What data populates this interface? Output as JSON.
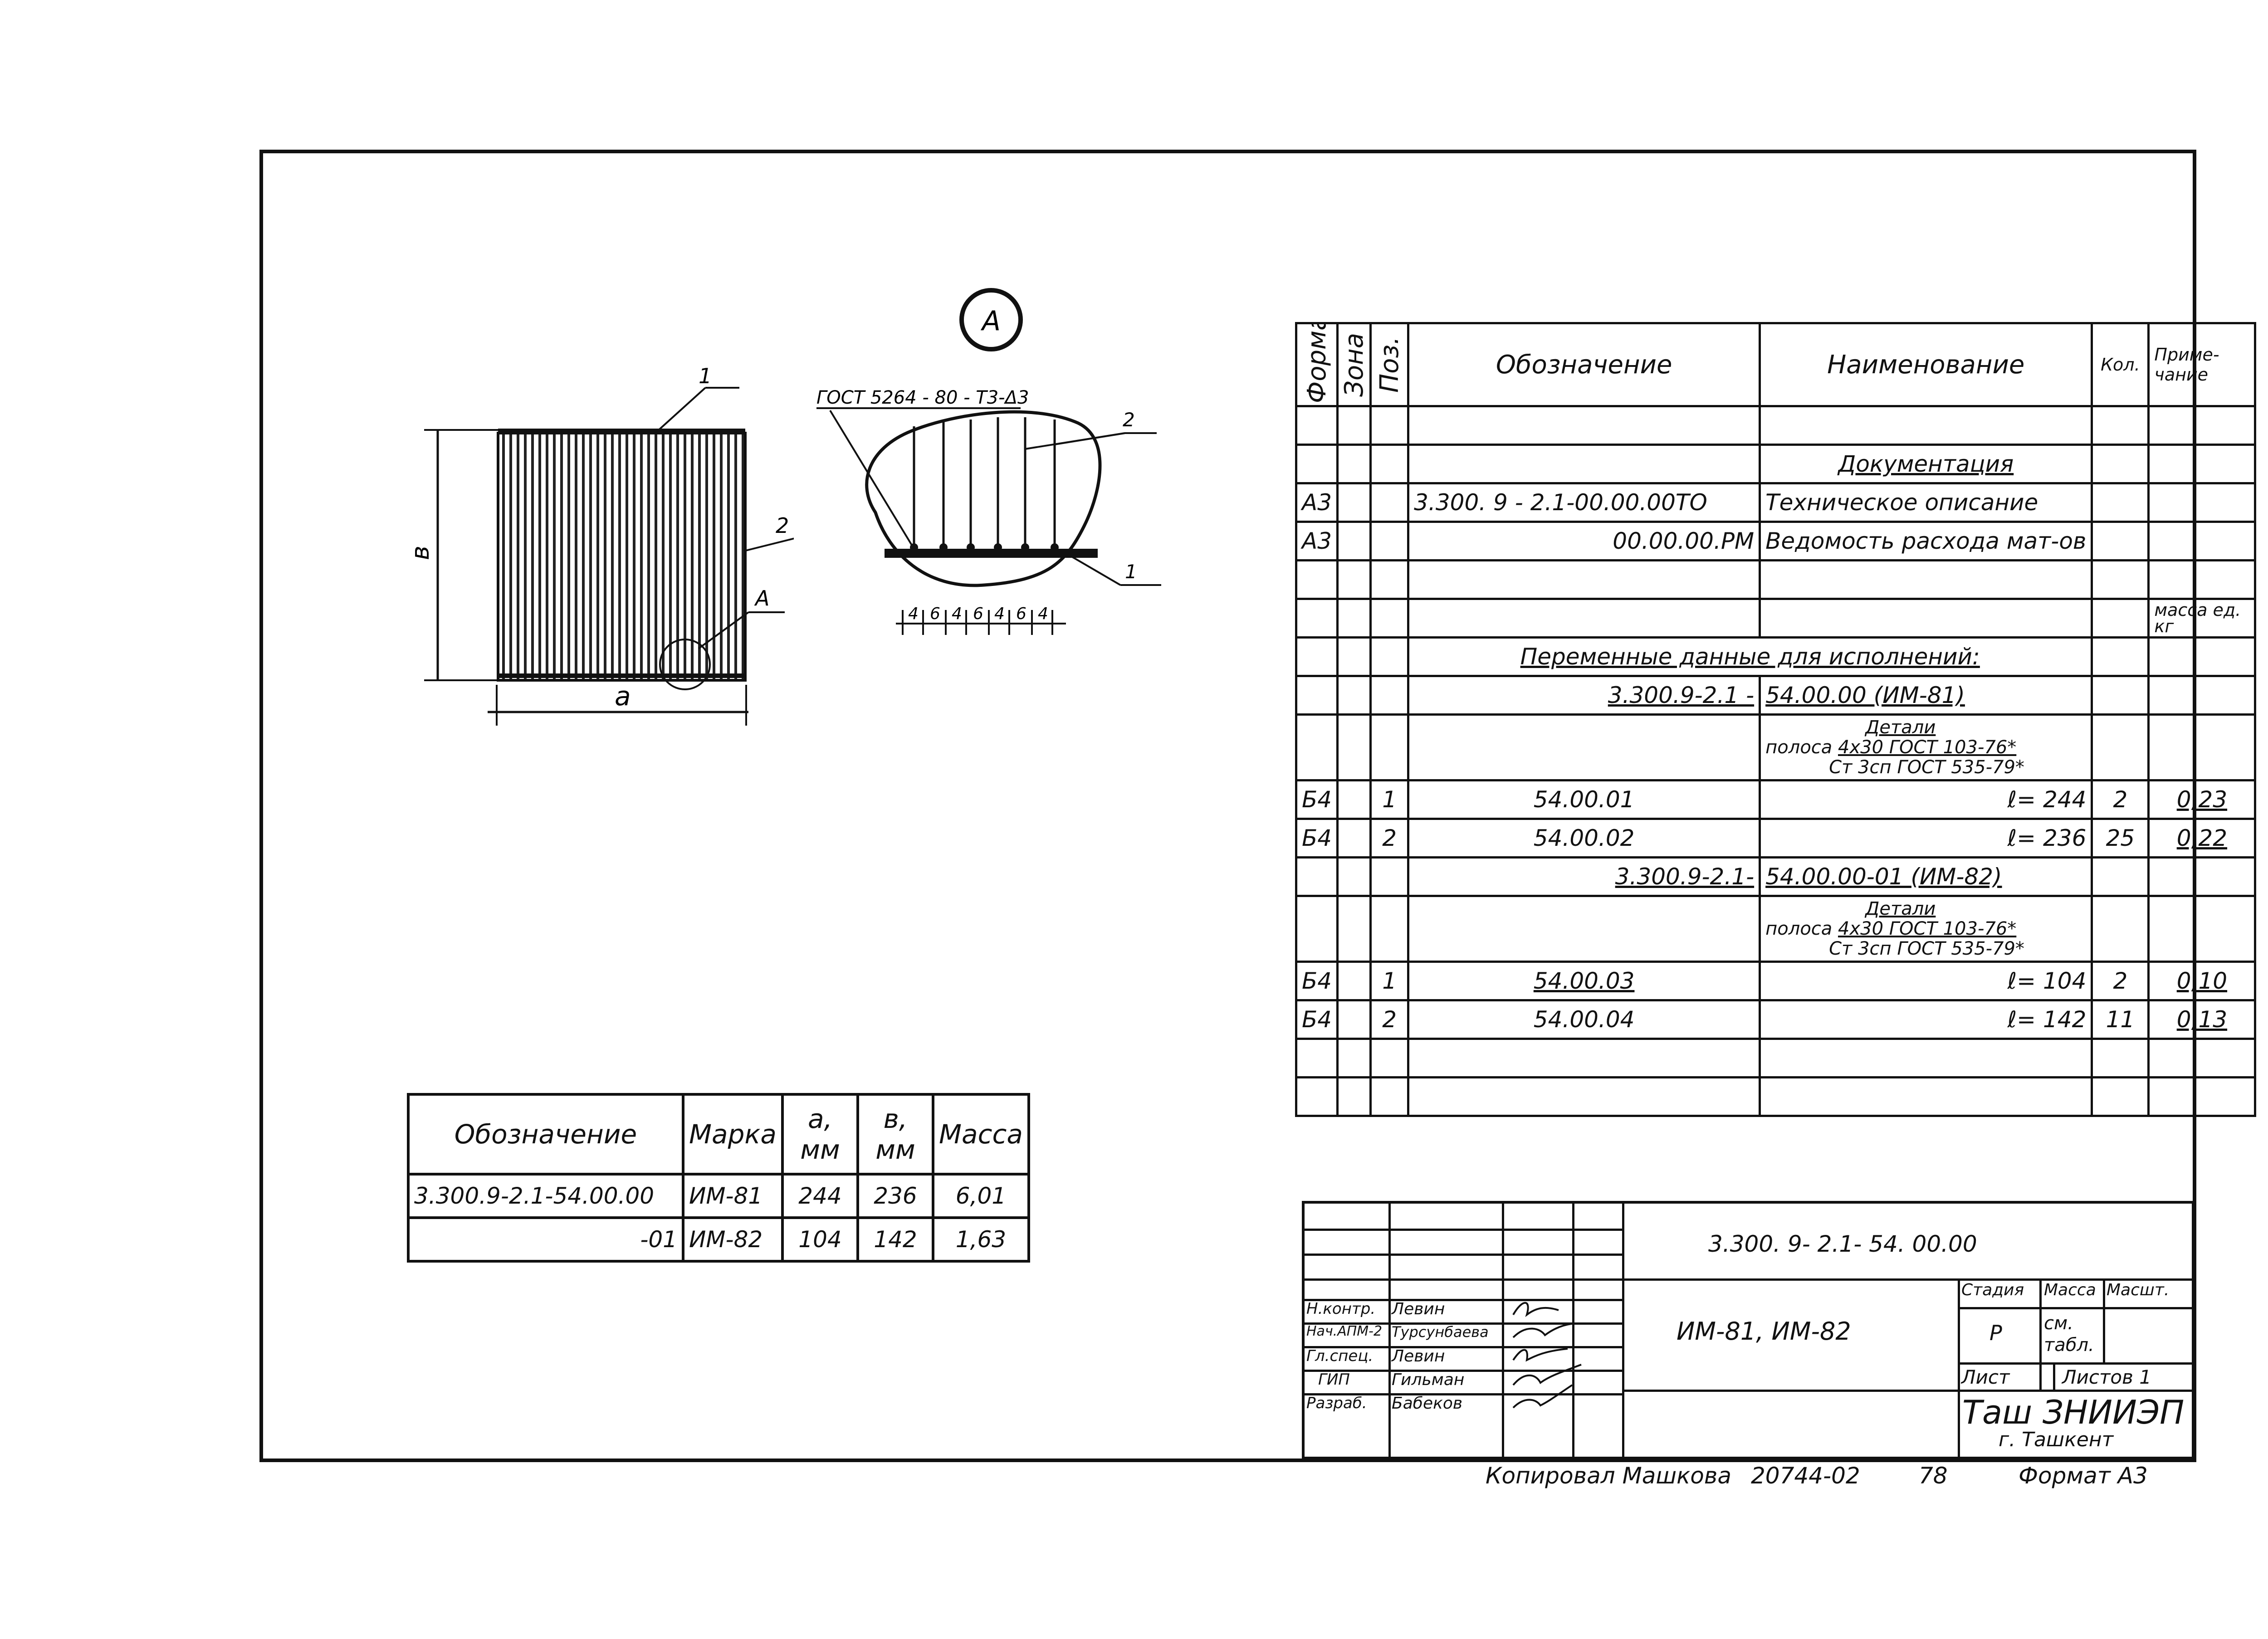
{
  "drawing": {
    "callout_label": "A",
    "pos_1": "1",
    "pos_2": "2",
    "detail_ref": "A",
    "dim_a": "a",
    "dim_b": "в",
    "weld_note": "ГОСТ 5264 - 80 - Т3-Δ3",
    "spacing_labels": [
      "4",
      "6",
      "4",
      "6",
      "4",
      "6",
      "4"
    ]
  },
  "spec_table": {
    "headers": {
      "format": "Формат",
      "zone": "Зона",
      "pos": "Поз.",
      "designation": "Обозначение",
      "name": "Наименование",
      "qty": "Кол.",
      "note": "Приме-чание"
    },
    "rows": [
      {
        "format": "",
        "pos": "",
        "designation": "",
        "name": "",
        "qty": "",
        "note": ""
      },
      {
        "format": "",
        "pos": "",
        "designation": "",
        "name": "Документация",
        "qty": "",
        "note": ""
      },
      {
        "format": "А3",
        "pos": "",
        "designation": "3.300. 9 - 2.1-00.00.00ТО",
        "name": "Техническое описание",
        "qty": "",
        "note": ""
      },
      {
        "format": "А3",
        "pos": "",
        "designation": "00.00.00.РМ",
        "name": "Ведомость расхода мат-ов",
        "qty": "",
        "note": ""
      },
      {
        "format": "",
        "pos": "",
        "designation": "",
        "name": "",
        "qty": "",
        "note": "масса ед. кг"
      },
      {
        "format": "",
        "pos": "",
        "designation": "",
        "name": "",
        "qty": "",
        "note": ""
      },
      {
        "format": "",
        "pos": "",
        "designation": "3.300.9-2.1 -",
        "name": "54.00.00 (ИМ-81)",
        "qty": "",
        "note": ""
      },
      {
        "format": "",
        "pos": "",
        "designation": "",
        "name": "",
        "qty": "",
        "note": ""
      },
      {
        "format": "Б4",
        "pos": "1",
        "designation": "54.00.01",
        "name": "ℓ= 244",
        "qty": "2",
        "note": "0,23"
      },
      {
        "format": "Б4",
        "pos": "2",
        "designation": "54.00.02",
        "name": "ℓ= 236",
        "qty": "25",
        "note": "0,22"
      },
      {
        "format": "",
        "pos": "",
        "designation": "3.300.9-2.1-",
        "name": "54.00.00-01 (ИМ-82)",
        "qty": "",
        "note": ""
      },
      {
        "format": "",
        "pos": "",
        "designation": "",
        "name": "",
        "qty": "",
        "note": ""
      },
      {
        "format": "Б4",
        "pos": "1",
        "designation": "54.00.03",
        "name": "ℓ= 104",
        "qty": "2",
        "note": "0,10"
      },
      {
        "format": "Б4",
        "pos": "2",
        "designation": "54.00.04",
        "name": "ℓ= 142",
        "qty": "11",
        "note": "0,13"
      },
      {
        "format": "",
        "pos": "",
        "designation": "",
        "name": "",
        "qty": "",
        "note": ""
      },
      {
        "format": "",
        "pos": "",
        "designation": "",
        "name": "",
        "qty": "",
        "note": ""
      }
    ],
    "variable_data_heading": "Переменные данные для исполнений:",
    "details_1": {
      "label": "Детали",
      "line1": "4х30 ГОСТ 103-76*",
      "prefix": "полоса",
      "line2": "Ст 3сп ГОСТ 535-79*"
    },
    "details_2": {
      "label": "Детали",
      "line1": "4х30 ГОСТ 103-76*",
      "prefix": "полоса",
      "line2": "Ст 3сп ГОСТ 535-79*"
    }
  },
  "variant_table": {
    "headers": {
      "designation": "Обозначение",
      "mark": "Марка",
      "a": "a, мм",
      "b": "в, мм",
      "mass": "Масса"
    },
    "rows": [
      {
        "designation": "3.300.9-2.1-54.00.00",
        "mark": "ИМ-81",
        "a": "244",
        "b": "236",
        "mass": "6,01"
      },
      {
        "designation": "-01",
        "mark": "ИМ-82",
        "a": "104",
        "b": "142",
        "mass": "1,63"
      }
    ]
  },
  "title_block": {
    "doc_code": "3.300. 9- 2.1- 54. 00.00",
    "product": "ИМ-81, ИМ-82",
    "stage_label": "Стадия",
    "mass_label": "Масса",
    "scale_label": "Масшт.",
    "stage": "Р",
    "mass": "см. табл.",
    "sheet_label": "Лист",
    "sheets_label": "Листов 1",
    "org": "Таш ЗНИИЭП",
    "city": "г. Ташкент",
    "roles": [
      {
        "role": "Н.контр.",
        "name": "Левин"
      },
      {
        "role": "Нач.АПМ-2",
        "name": "Турсунбаева"
      },
      {
        "role": "Гл.спец.",
        "name": "Левин"
      },
      {
        "role": "ГИП",
        "name": "Гильман"
      },
      {
        "role": "Разраб.",
        "name": "Бабеков"
      }
    ]
  },
  "footer": {
    "copied": "Копировал Машкова",
    "number": "20744-02",
    "page": "78",
    "format": "Формат А3"
  }
}
